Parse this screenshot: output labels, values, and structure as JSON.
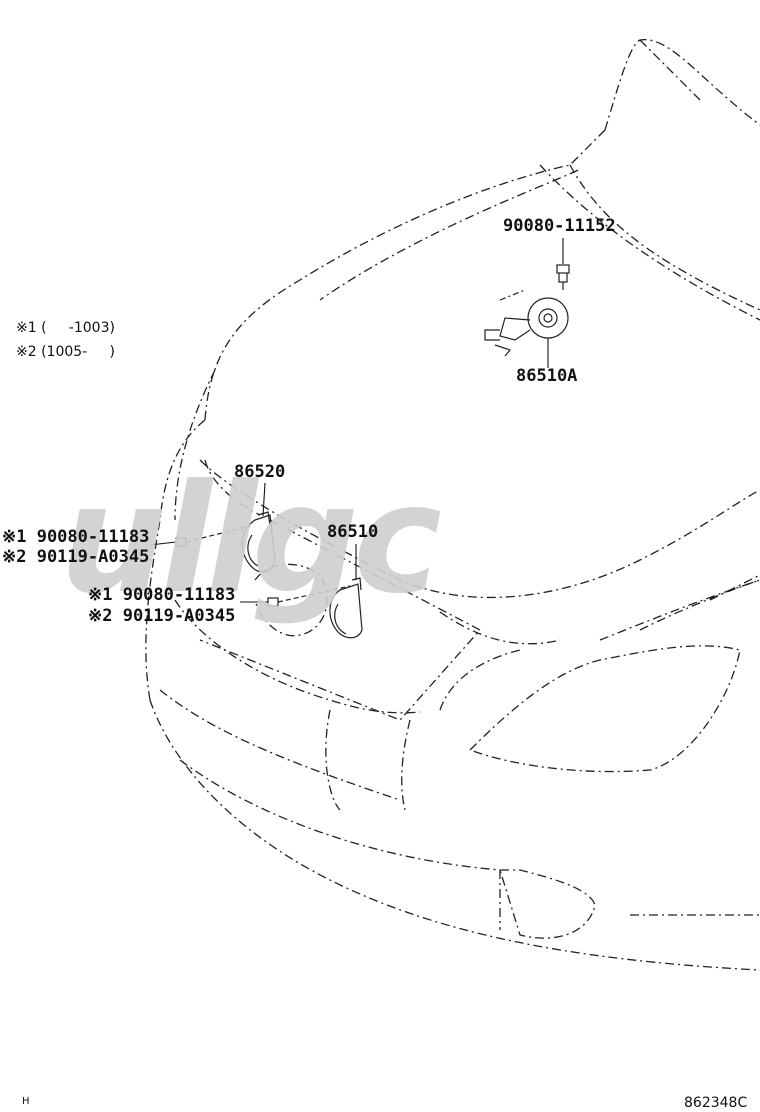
{
  "notes": [
    "※1 (     -1003)",
    "※2 (1005-     )"
  ],
  "parts": {
    "bolt_top": "90080-11152",
    "horn_top": "86510A",
    "horn_left": "86520",
    "horn_right": "86510",
    "left_bolt_1": "※1 90080-11183",
    "left_bolt_2": "※2 90119-A0345",
    "mid_bolt_1": "※1 90080-11183",
    "mid_bolt_2": "※2 90119-A0345"
  },
  "footer": {
    "left_code": "H",
    "diagram_id": "862348C"
  },
  "watermark": {
    "text": "ullgc",
    "color": "#cfcfcf"
  }
}
